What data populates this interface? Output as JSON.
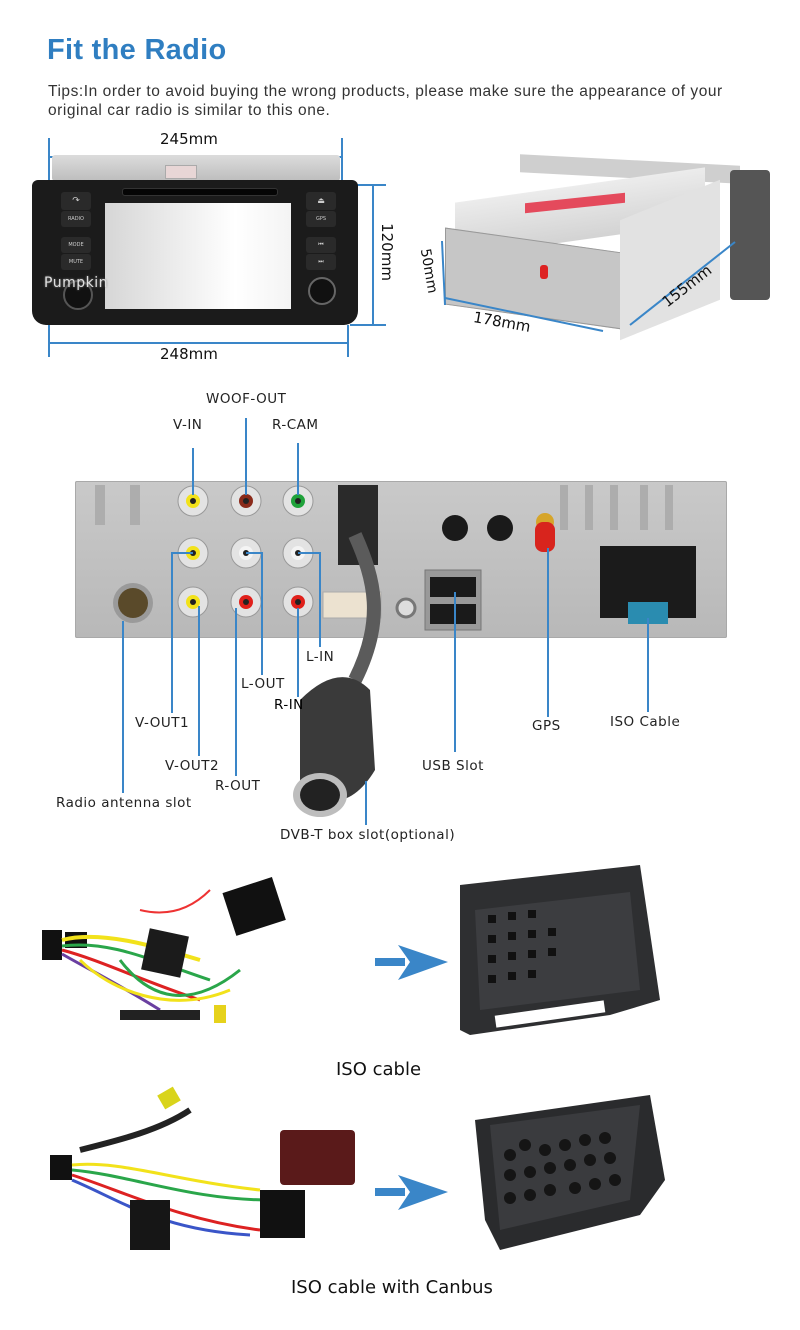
{
  "header": {
    "title": "Fit the Radio",
    "tips": "Tips:In order to avoid buying the wrong products, please make sure the appearance of your original car radio is similar to this one."
  },
  "front_view": {
    "width_top": "245mm",
    "width_bottom": "248mm",
    "height": "120mm",
    "buttons": {
      "radio": "RADIO",
      "mode": "MODE",
      "mute": "MUTE",
      "gps": "GPS",
      "eject": "eject-icon",
      "prev": "prev-track-icon",
      "next": "next-track-icon"
    },
    "brand_watermark": "umpkin"
  },
  "side_view": {
    "depth_label": "50mm",
    "width_label": "178mm",
    "length_label": "155mm"
  },
  "rear_panel": {
    "labels": {
      "woof_out": "WOOF-OUT",
      "v_in": "V-IN",
      "r_cam": "R-CAM",
      "v_out1": "V-OUT1",
      "v_out2": "V-OUT2",
      "r_out": "R-OUT",
      "l_out": "L-OUT",
      "r_in": "R-IN",
      "l_in": "L-IN",
      "radio_antenna": "Radio antenna slot",
      "dvbt": "DVB-T box slot(optional)",
      "usb": "USB Slot",
      "gps": "GPS",
      "iso": "ISO Cable"
    },
    "colors": {
      "yellow_jack": "#f2e21b",
      "red_jack": "#e0201b",
      "green_jack": "#1fa23a",
      "brown_jack": "#8a2a1a",
      "white_jack": "#e8e8e8",
      "pointer": "#3a86c8"
    }
  },
  "cables": {
    "iso_caption": "ISO cable",
    "canbus_caption": "ISO cable with Canbus",
    "arrow_color": "#3a86c8"
  }
}
